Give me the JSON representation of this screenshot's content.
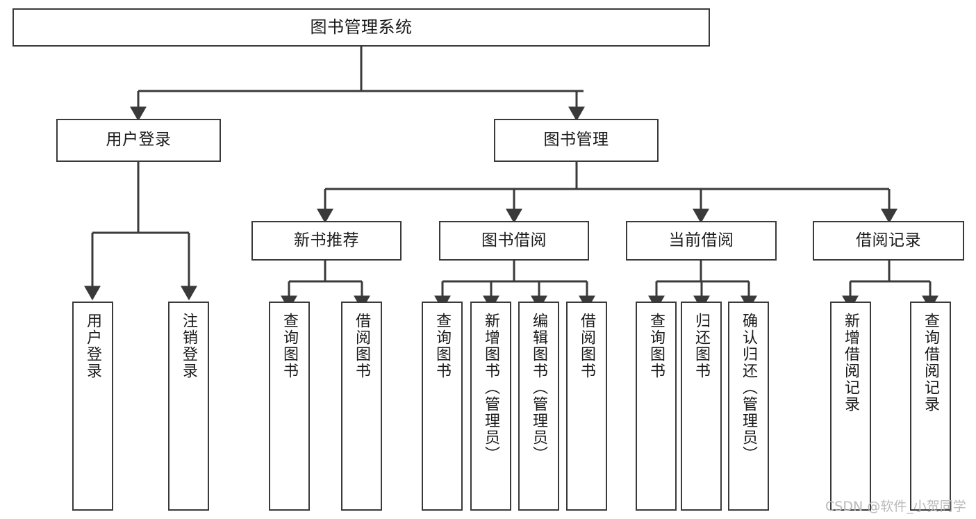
{
  "diagram": {
    "type": "org-chart",
    "title": "图书管理系统",
    "root": {
      "id": "root",
      "label": "图书管理系统"
    },
    "level2": [
      {
        "id": "user-login",
        "label": "用户登录"
      },
      {
        "id": "book-manage",
        "label": "图书管理"
      }
    ],
    "level3": [
      {
        "id": "new-book-rec",
        "label": "新书推荐"
      },
      {
        "id": "book-borrow",
        "label": "图书借阅"
      },
      {
        "id": "current-borrow",
        "label": "当前借阅"
      },
      {
        "id": "borrow-record",
        "label": "借阅记录"
      }
    ],
    "leaves": {
      "user_login": [
        {
          "id": "leaf-user-login",
          "label": "用户登录"
        },
        {
          "id": "leaf-logout",
          "label": "注销登录"
        }
      ],
      "new_book_rec": [
        {
          "id": "leaf-query-book-1",
          "label": "查询图书"
        },
        {
          "id": "leaf-borrow-book-1",
          "label": "借阅图书"
        }
      ],
      "book_borrow": [
        {
          "id": "leaf-query-book-2",
          "label": "查询图书"
        },
        {
          "id": "leaf-add-book",
          "label": "新增图书（管理员）"
        },
        {
          "id": "leaf-edit-book",
          "label": "编辑图书（管理员）"
        },
        {
          "id": "leaf-borrow-book-2",
          "label": "借阅图书"
        }
      ],
      "current_borrow": [
        {
          "id": "leaf-query-book-3",
          "label": "查询图书"
        },
        {
          "id": "leaf-return-book",
          "label": "归还图书"
        },
        {
          "id": "leaf-confirm-return",
          "label": "确认归还（管理员）"
        }
      ],
      "borrow_record": [
        {
          "id": "leaf-add-record",
          "label": "新增借阅记录"
        },
        {
          "id": "leaf-query-record",
          "label": "查询借阅记录"
        }
      ]
    }
  },
  "watermark": {
    "text": "CSDN @软件_小贺同学"
  },
  "colors": {
    "stroke": "#3a3a3a",
    "background": "#ffffff",
    "text": "#1a1a1a",
    "watermark": "#b9b9b9"
  }
}
